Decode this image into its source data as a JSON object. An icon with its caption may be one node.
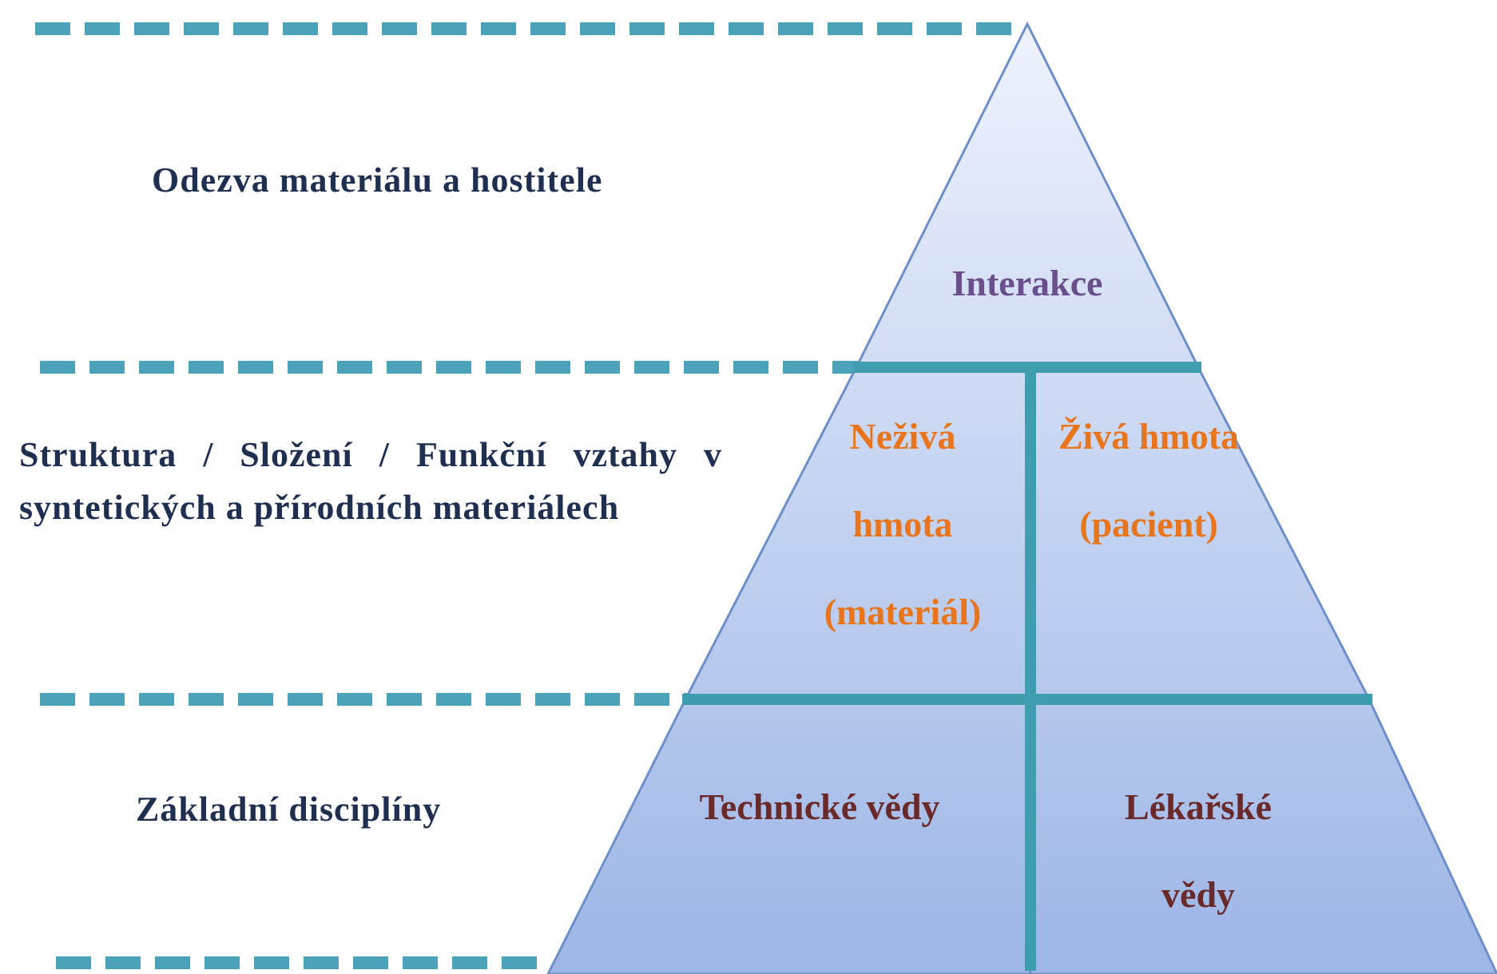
{
  "diagram": {
    "nodes": [
      {
        "text": [
          "Interakce"
        ]
      },
      {
        "text": [
          "Neživá hmota (materiál)"
        ]
      },
      {
        "text": [
          "Živá hmota (pacient)"
        ]
      },
      {
        "text": [
          "Technické vědy"
        ]
      },
      {
        "text": [
          "Lékařské vědy"
        ]
      }
    ],
    "labels": [
      "Odezva materiálu a hostitele",
      "Struktura / Složení / Funkční vztahy v syntetických a přírodních materiálech",
      "Základní disciplíny"
    ]
  }
}
